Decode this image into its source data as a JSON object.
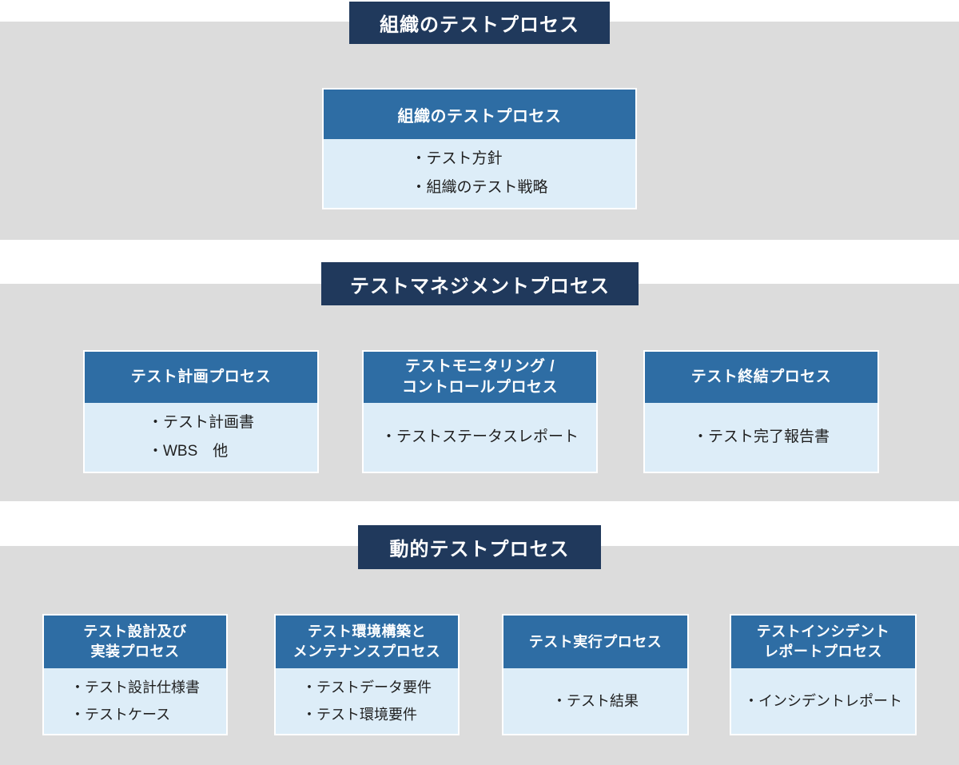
{
  "colors": {
    "banner_bg": "#20395c",
    "card_header_bg": "#2e6da4",
    "card_body_bg": "#ddedf8",
    "band_bg": "#dcdcdc",
    "banner_text": "#ffffff",
    "body_text": "#1f1f1f"
  },
  "sections": [
    {
      "banner": "組織のテストプロセス",
      "cards": [
        {
          "title_lines": [
            "組織のテストプロセス"
          ],
          "items": [
            "・テスト方針",
            "・組織のテスト戦略"
          ]
        }
      ]
    },
    {
      "banner": "テストマネジメントプロセス",
      "cards": [
        {
          "title_lines": [
            "テスト計画プロセス"
          ],
          "items": [
            "・テスト計画書",
            "・WBS　他"
          ]
        },
        {
          "title_lines": [
            "テストモニタリング /",
            "コントロールプロセス"
          ],
          "items": [
            "・テストステータスレポート"
          ]
        },
        {
          "title_lines": [
            "テスト終結プロセス"
          ],
          "items": [
            "・テスト完了報告書"
          ]
        }
      ]
    },
    {
      "banner": "動的テストプロセス",
      "cards": [
        {
          "title_lines": [
            "テスト設計及び",
            "実装プロセス"
          ],
          "items": [
            "・テスト設計仕様書",
            "・テストケース"
          ]
        },
        {
          "title_lines": [
            "テスト環境構築と",
            "メンテナンスプロセス"
          ],
          "items": [
            "・テストデータ要件",
            "・テスト環境要件"
          ]
        },
        {
          "title_lines": [
            "テスト実行プロセス"
          ],
          "items": [
            "・テスト結果"
          ]
        },
        {
          "title_lines": [
            "テストインシデント",
            "レポートプロセス"
          ],
          "items": [
            "・インシデントレポート"
          ]
        }
      ]
    }
  ]
}
